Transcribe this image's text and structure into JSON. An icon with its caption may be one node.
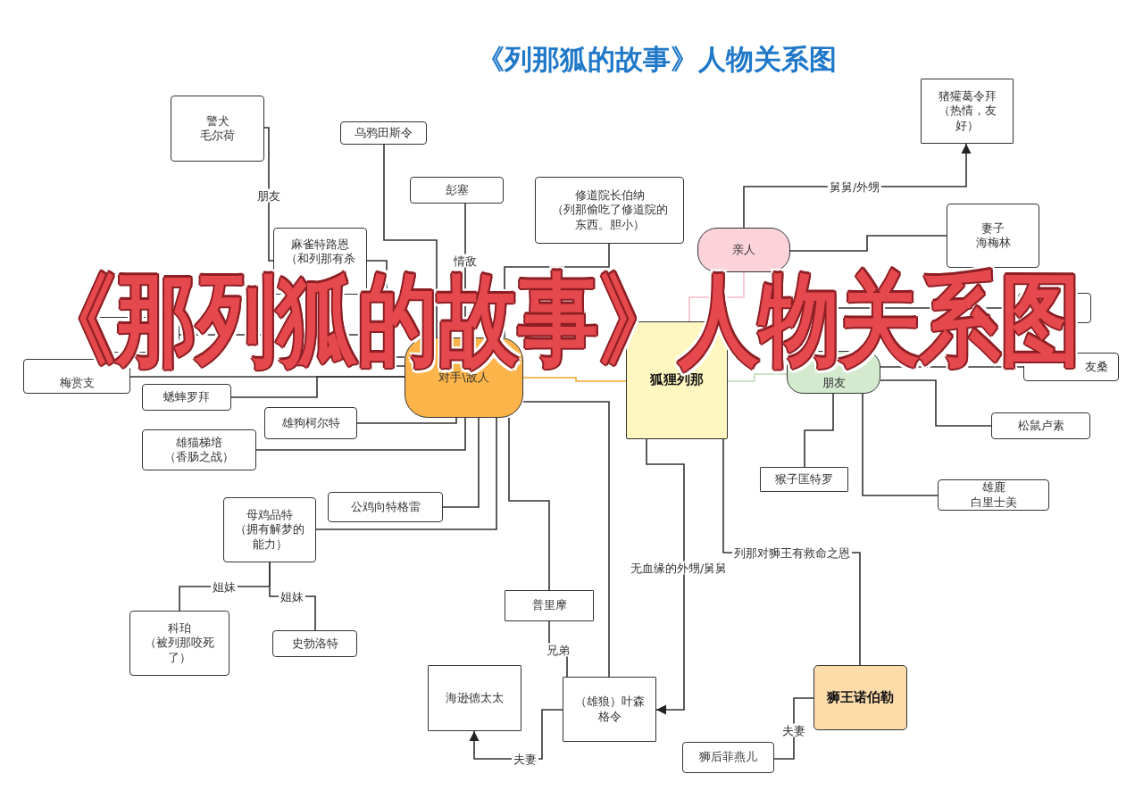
{
  "diagram": {
    "title": "《列那狐的故事》人物关系图",
    "nodes": [
      {
        "text": [
          "警犬",
          "毛尔荷"
        ]
      },
      {
        "text": [
          "乌鸦田斯令"
        ]
      },
      {
        "text": [
          "彭塞"
        ]
      },
      {
        "text": [
          "修道院长伯纳",
          "（列那偷吃了修道院的东西。胆小）"
        ]
      },
      {
        "text": [
          "猪獾葛令拜",
          "（热情，友好）"
        ]
      },
      {
        "text": [
          "麻雀特路恩",
          "（和列那有杀"
        ]
      },
      {
        "text": [
          "亲人"
        ]
      },
      {
        "text": [
          "妻子",
          "海梅林"
        ]
      },
      {
        "text": [],
        "shape": "box"
      },
      {
        "text": [],
        "shape": "box"
      },
      {
        "text": [
          "梅赏支"
        ]
      },
      {
        "text": [
          "对手\\敌人"
        ]
      },
      {
        "text": [
          "狐狸列那"
        ]
      },
      {
        "text": [
          "朋友"
        ]
      },
      {
        "text": [
          "友桑"
        ]
      },
      {
        "text": [
          "蟋蟀罗拜"
        ]
      },
      {
        "text": [
          "雄狗柯尔特"
        ]
      },
      {
        "text": [
          "雄猫梯培",
          "（香肠之战）"
        ]
      },
      {
        "text": [
          "松鼠卢素"
        ]
      },
      {
        "text": [
          "猴子匡特罗"
        ]
      },
      {
        "text": [
          "雄鹿",
          "白里士美"
        ]
      },
      {
        "text": [
          "公鸡向特格雷"
        ]
      },
      {
        "text": [
          "母鸡品特",
          "（拥有解梦的能力）"
        ]
      },
      {
        "text": [
          "普里摩"
        ]
      },
      {
        "text": [
          "科珀",
          "（被列那咬死了）"
        ]
      },
      {
        "text": [
          "史勃洛特"
        ]
      },
      {
        "text": [
          "海逊德太太"
        ]
      },
      {
        "text": [
          "（雄狼）叶森格令"
        ]
      },
      {
        "text": [
          "狮王诺伯勒"
        ]
      },
      {
        "text": [
          "狮后菲燕儿"
        ]
      }
    ],
    "edges": [
      {
        "from": 0,
        "to": 5,
        "arrow": "none",
        "label": "朋友"
      },
      {
        "from": 5,
        "to": 11,
        "arrow": "none"
      },
      {
        "from": 1,
        "to": 11,
        "arrow": "none"
      },
      {
        "from": 2,
        "to": 11,
        "arrow": "none",
        "label": "情敌"
      },
      {
        "from": 3,
        "to": 11,
        "arrow": "none"
      },
      {
        "from": 8,
        "to": 11,
        "arrow": "none"
      },
      {
        "from": 10,
        "to": 11,
        "arrow": "none"
      },
      {
        "from": 15,
        "to": 11,
        "arrow": "none"
      },
      {
        "from": 16,
        "to": 11,
        "arrow": "none"
      },
      {
        "from": 17,
        "to": 11,
        "arrow": "none"
      },
      {
        "from": 21,
        "to": 11,
        "arrow": "none"
      },
      {
        "from": 22,
        "to": 11,
        "arrow": "none"
      },
      {
        "from": 23,
        "to": 11,
        "arrow": "none"
      },
      {
        "from": 27,
        "to": 11,
        "arrow": "none"
      },
      {
        "from": 12,
        "to": 11,
        "arrow": "none",
        "color": "#f5a631"
      },
      {
        "from": 12,
        "to": 6,
        "arrow": "none",
        "color": "#f4bcc6"
      },
      {
        "from": 12,
        "to": 13,
        "arrow": "none",
        "color": "#bcdcb6"
      },
      {
        "from": 6,
        "to": 4,
        "arrow": "to",
        "label": "舅舅/外甥"
      },
      {
        "from": 6,
        "to": 7,
        "arrow": "none"
      },
      {
        "from": 13,
        "to": 9,
        "arrow": "none"
      },
      {
        "from": 13,
        "to": 14,
        "arrow": "none"
      },
      {
        "from": 13,
        "to": 18,
        "arrow": "none"
      },
      {
        "from": 13,
        "to": 19,
        "arrow": "none"
      },
      {
        "from": 13,
        "to": 20,
        "arrow": "none"
      },
      {
        "from": 22,
        "to": 24,
        "arrow": "none",
        "label": "姐妹"
      },
      {
        "from": 22,
        "to": 25,
        "arrow": "none",
        "label": "姐妹"
      },
      {
        "from": 23,
        "to": 27,
        "arrow": "none",
        "label": "兄弟"
      },
      {
        "from": 27,
        "to": 26,
        "arrow": "to",
        "label": "夫妻"
      },
      {
        "from": 12,
        "to": 27,
        "arrow": "to",
        "label": "无血缘的外甥/舅舅"
      },
      {
        "from": 12,
        "to": 28,
        "arrow": "none",
        "label": "列那对狮王有救命之恩"
      },
      {
        "from": 28,
        "to": 29,
        "arrow": "none",
        "label": "夫妻"
      }
    ],
    "labels": [
      "《那列狐的故事》人物关系图"
    ]
  }
}
